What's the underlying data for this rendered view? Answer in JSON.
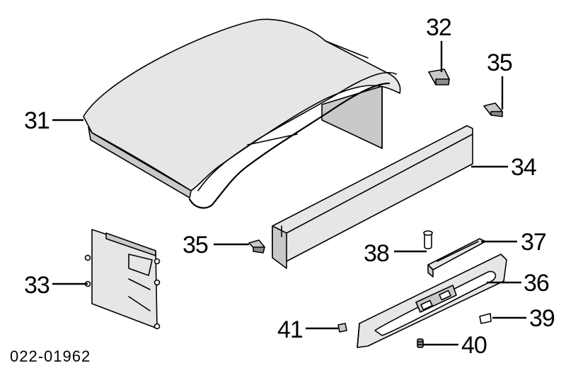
{
  "diagram": {
    "reference_code": "022-01962",
    "callouts": [
      {
        "id": "31",
        "label": "31"
      },
      {
        "id": "32",
        "label": "32"
      },
      {
        "id": "33",
        "label": "33"
      },
      {
        "id": "34",
        "label": "34"
      },
      {
        "id": "35a",
        "label": "35"
      },
      {
        "id": "35b",
        "label": "35"
      },
      {
        "id": "36",
        "label": "36"
      },
      {
        "id": "37",
        "label": "37"
      },
      {
        "id": "38",
        "label": "38"
      },
      {
        "id": "39",
        "label": "39"
      },
      {
        "id": "40",
        "label": "40"
      },
      {
        "id": "41",
        "label": "41"
      }
    ]
  }
}
